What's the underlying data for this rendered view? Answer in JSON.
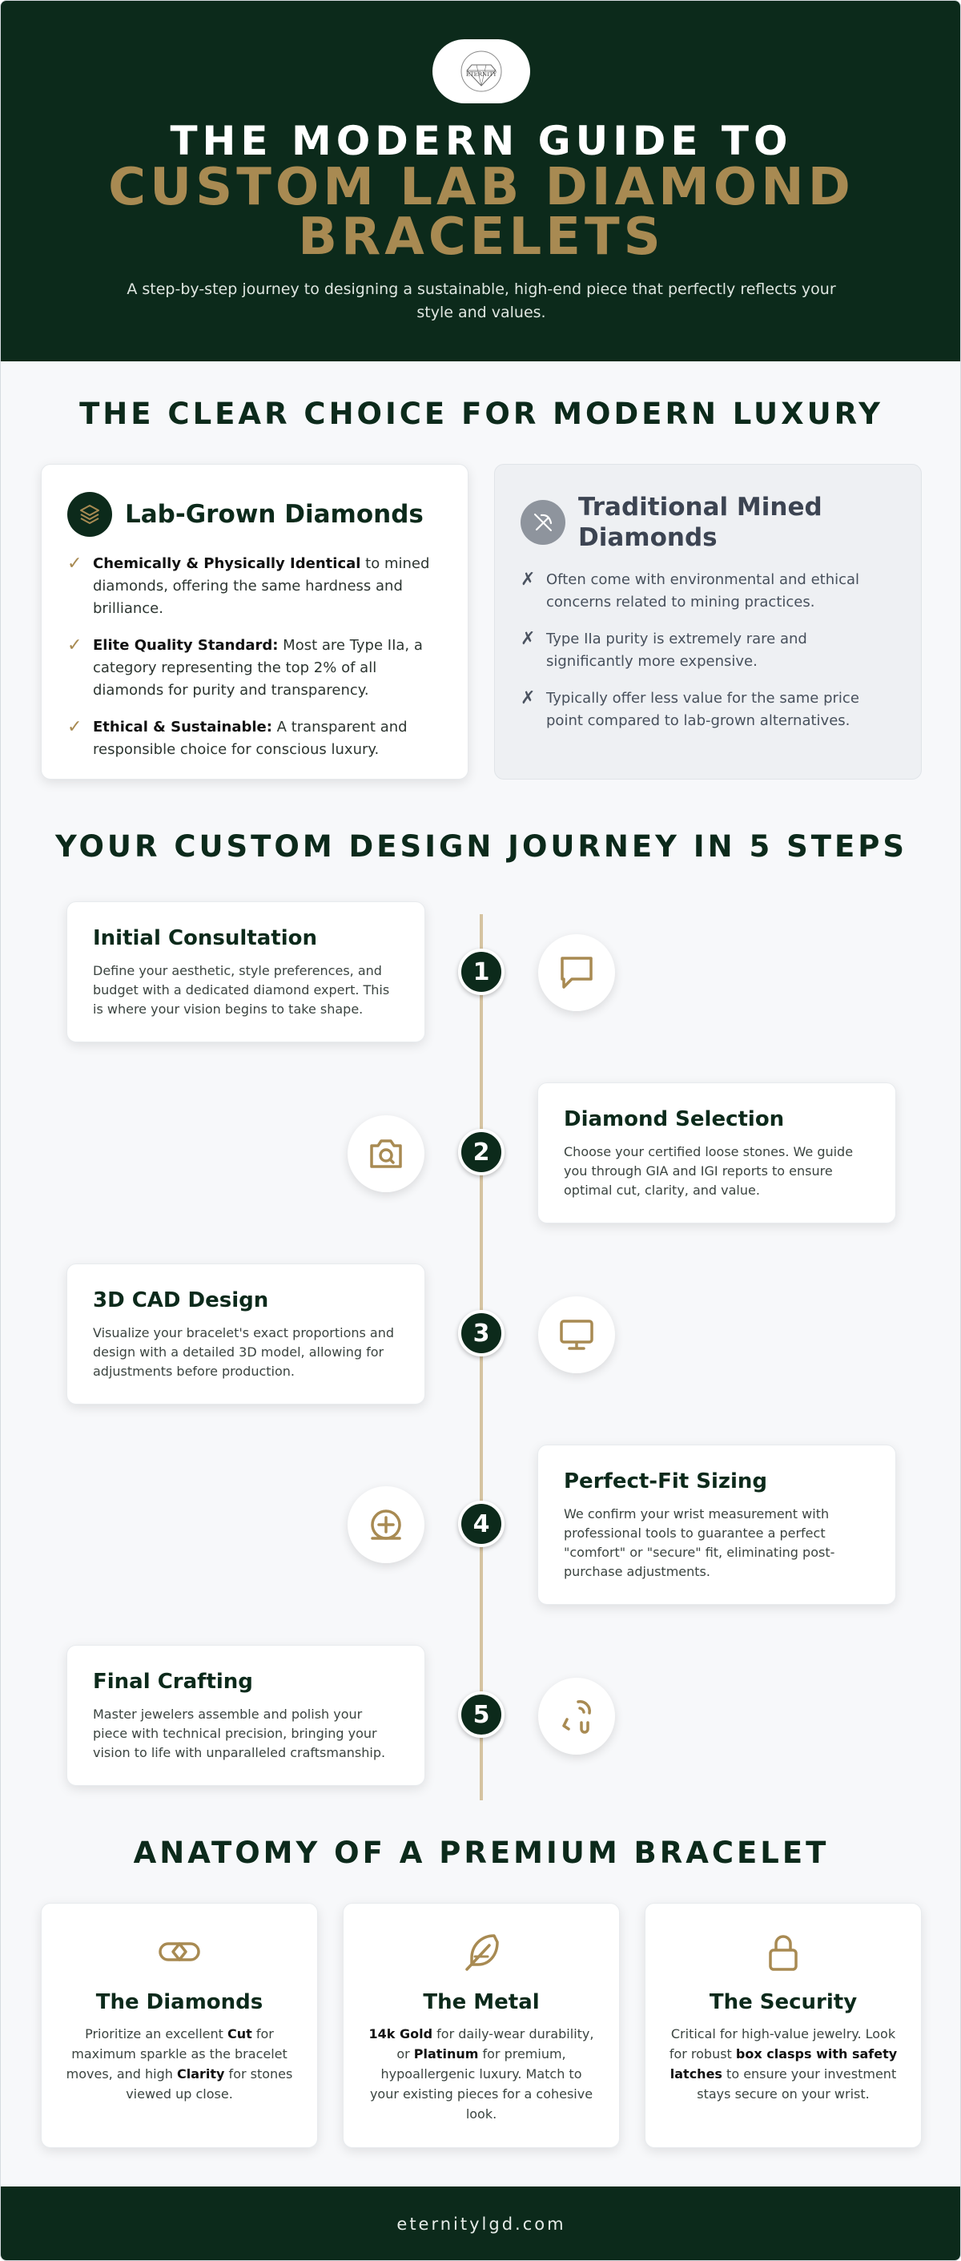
{
  "header": {
    "logo_text": "ETERNITY",
    "title_line1": "THE MODERN GUIDE TO",
    "title_line2": "CUSTOM LAB DIAMOND BRACELETS",
    "subtitle": "A step-by-step journey to designing a sustainable, high-end piece that perfectly reflects your style and values."
  },
  "comparison": {
    "title": "THE CLEAR CHOICE FOR MODERN LUXURY",
    "lab": {
      "title": "Lab-Grown Diamonds",
      "icon": "layers-icon",
      "mark": "✓",
      "items": [
        {
          "bold": "Chemically & Physically Identical",
          "text": " to mined diamonds, offering the same hardness and brilliance."
        },
        {
          "bold": "Elite Quality Standard:",
          "text": " Most are Type IIa, a category representing the top 2% of all diamonds for purity and transparency."
        },
        {
          "bold": "Ethical & Sustainable:",
          "text": " A transparent and responsible choice for conscious luxury."
        }
      ]
    },
    "traditional": {
      "title": "Traditional Mined Diamonds",
      "icon": "pickaxe-icon",
      "mark": "✗",
      "items": [
        {
          "text": "Often come with environmental and ethical concerns related to mining practices."
        },
        {
          "text": "Type IIa purity is extremely rare and significantly more expensive."
        },
        {
          "text": "Typically offer less value for the same price point compared to lab-grown alternatives."
        }
      ]
    }
  },
  "journey": {
    "title": "YOUR CUSTOM DESIGN JOURNEY IN 5 STEPS",
    "steps": [
      {
        "number": "1",
        "title": "Initial Consultation",
        "description": "Define your aesthetic, style preferences, and budget with a dedicated diamond expert. This is where your vision begins to take shape.",
        "icon": "chat-icon"
      },
      {
        "number": "2",
        "title": "Diamond Selection",
        "description": "Choose your certified loose stones. We guide you through GIA and IGI reports to ensure optimal cut, clarity, and value.",
        "icon": "camera-search-icon"
      },
      {
        "number": "3",
        "title": "3D CAD Design",
        "description": "Visualize your bracelet's exact proportions and design with a detailed 3D model, allowing for adjustments before production.",
        "icon": "monitor-icon"
      },
      {
        "number": "4",
        "title": "Perfect-Fit Sizing",
        "description": "We confirm your wrist measurement with professional tools to guarantee a perfect \"comfort\" or \"secure\" fit, eliminating post-purchase adjustments.",
        "icon": "measure-icon"
      },
      {
        "number": "5",
        "title": "Final Crafting",
        "description": "Master jewelers assemble and polish your piece with technical precision, bringing your vision to life with unparalleled craftsmanship.",
        "icon": "tools-icon"
      }
    ]
  },
  "anatomy": {
    "title": "ANATOMY OF A PREMIUM BRACELET",
    "cards": [
      {
        "title": "The Diamonds",
        "icon": "diamond-link-icon",
        "parts": [
          "Prioritize an excellent ",
          "Cut",
          " for maximum sparkle as the bracelet moves, and high ",
          "Clarity",
          " for stones viewed up close."
        ]
      },
      {
        "title": "The Metal",
        "icon": "feather-icon",
        "parts": [
          "",
          "14k Gold",
          " for daily-wear durability, or ",
          "Platinum",
          " for premium, hypoallergenic luxury. Match to your existing pieces for a cohesive look."
        ]
      },
      {
        "title": "The Security",
        "icon": "lock-icon",
        "parts": [
          "Critical for high-value jewelry. Look for robust ",
          "box clasps with safety latches",
          " to ensure your investment stays secure on your wrist."
        ]
      }
    ]
  },
  "footer": {
    "url": "eternitylgd.com"
  },
  "colors": {
    "dark_green": "#0c2a1b",
    "gold": "#a88a52",
    "page_bg": "#f7f8fa"
  }
}
